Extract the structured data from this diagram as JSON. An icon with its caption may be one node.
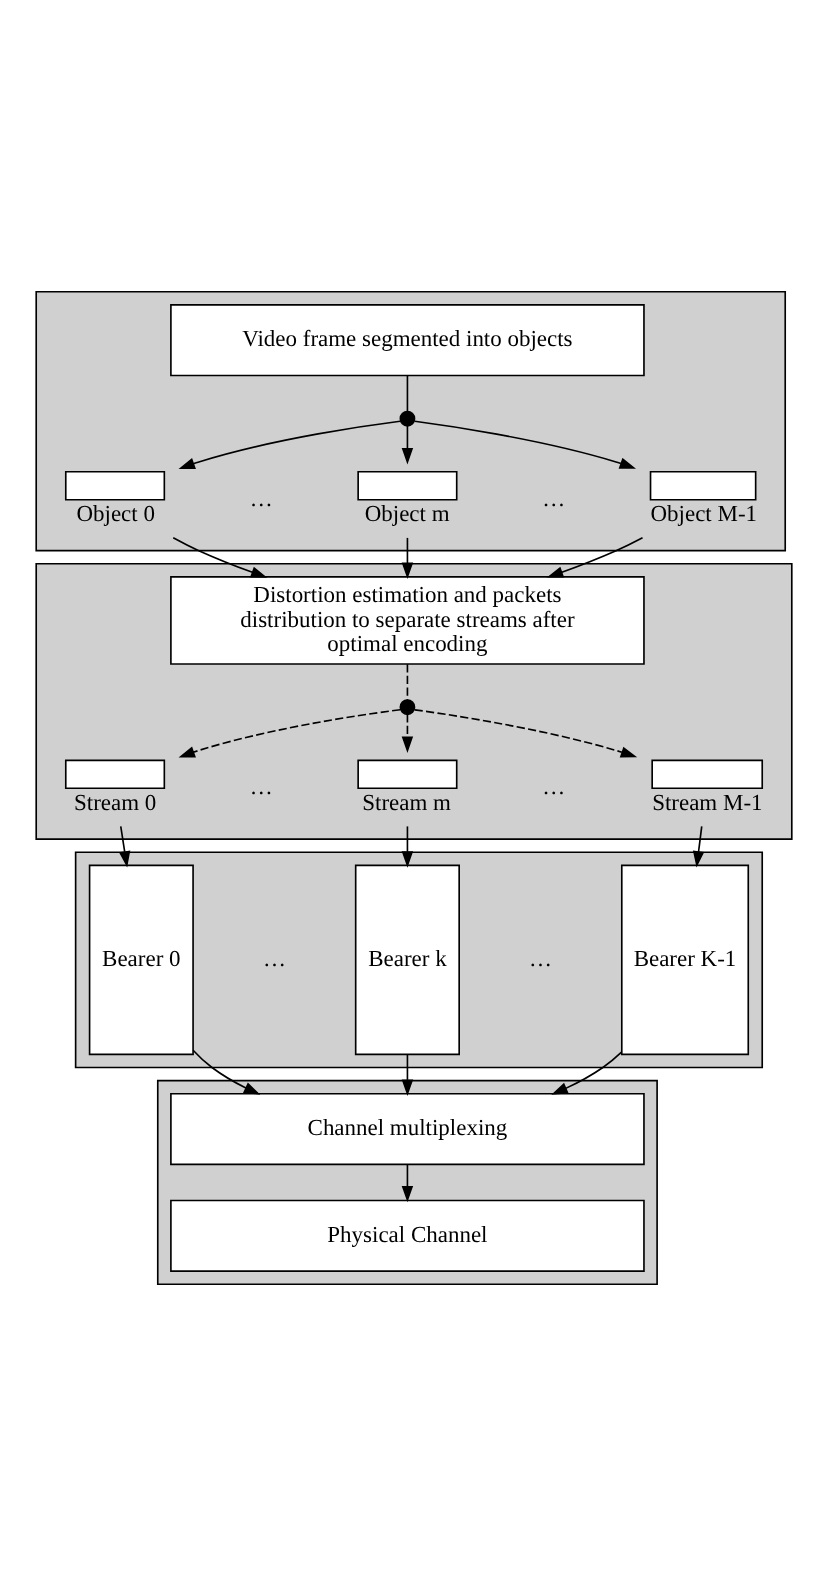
{
  "diagram": {
    "nodes": [
      {
        "text": [],
        "shape": "box"
      },
      {
        "text": [
          "Video frame segmented into objects"
        ],
        "in": 0
      },
      {
        "text": [],
        "shape": "circle",
        "in": 0
      },
      {
        "text": [
          "Object 0"
        ],
        "in": 0
      },
      {
        "text": [
          "Object m"
        ],
        "in": 0
      },
      {
        "text": [
          "Object M-1"
        ],
        "in": 0
      },
      {
        "text": [],
        "shape": "box"
      },
      {
        "text": [
          "Distortion estimation and packets distribution to separate streams after optimal encoding"
        ],
        "in": 6
      },
      {
        "text": [],
        "shape": "circle",
        "in": 6
      },
      {
        "text": [
          "Stream 0"
        ],
        "in": 6
      },
      {
        "text": [
          "Stream m"
        ],
        "in": 6
      },
      {
        "text": [
          "Stream M-1"
        ],
        "in": 6
      },
      {
        "text": [],
        "shape": "box"
      },
      {
        "text": [
          "Bearer 0"
        ],
        "in": 12
      },
      {
        "text": [
          "Bearer k"
        ],
        "in": 12
      },
      {
        "text": [
          "Bearer K-1"
        ],
        "in": 12
      },
      {
        "text": [],
        "shape": "box"
      },
      {
        "text": [
          "Channel multiplexing"
        ],
        "in": 16
      },
      {
        "text": [
          "Physical Channel"
        ],
        "in": 16
      }
    ],
    "edges": [
      {
        "from": 1,
        "to": 2,
        "arrow": "none"
      },
      {
        "from": 2,
        "to": 3,
        "arrow": "to"
      },
      {
        "from": 2,
        "to": 4,
        "arrow": "to"
      },
      {
        "from": 2,
        "to": 5,
        "arrow": "to"
      },
      {
        "from": 3,
        "to": 7,
        "arrow": "to"
      },
      {
        "from": 4,
        "to": 7,
        "arrow": "to"
      },
      {
        "from": 5,
        "to": 7,
        "arrow": "to"
      },
      {
        "from": 7,
        "to": 8,
        "arrow": "none",
        "style": "dashed"
      },
      {
        "from": 8,
        "to": 9,
        "arrow": "to",
        "style": "dashed"
      },
      {
        "from": 8,
        "to": 10,
        "arrow": "to",
        "style": "dashed"
      },
      {
        "from": 8,
        "to": 11,
        "arrow": "to",
        "style": "dashed"
      },
      {
        "from": 9,
        "to": 13,
        "arrow": "to"
      },
      {
        "from": 10,
        "to": 14,
        "arrow": "to"
      },
      {
        "from": 11,
        "to": 15,
        "arrow": "to"
      },
      {
        "from": 13,
        "to": 17,
        "arrow": "to"
      },
      {
        "from": 14,
        "to": 17,
        "arrow": "to"
      },
      {
        "from": 15,
        "to": 17,
        "arrow": "to"
      },
      {
        "from": 17,
        "to": 18,
        "arrow": "to"
      }
    ],
    "labels": [
      "…",
      "…",
      "…",
      "…",
      "…",
      "…"
    ]
  }
}
